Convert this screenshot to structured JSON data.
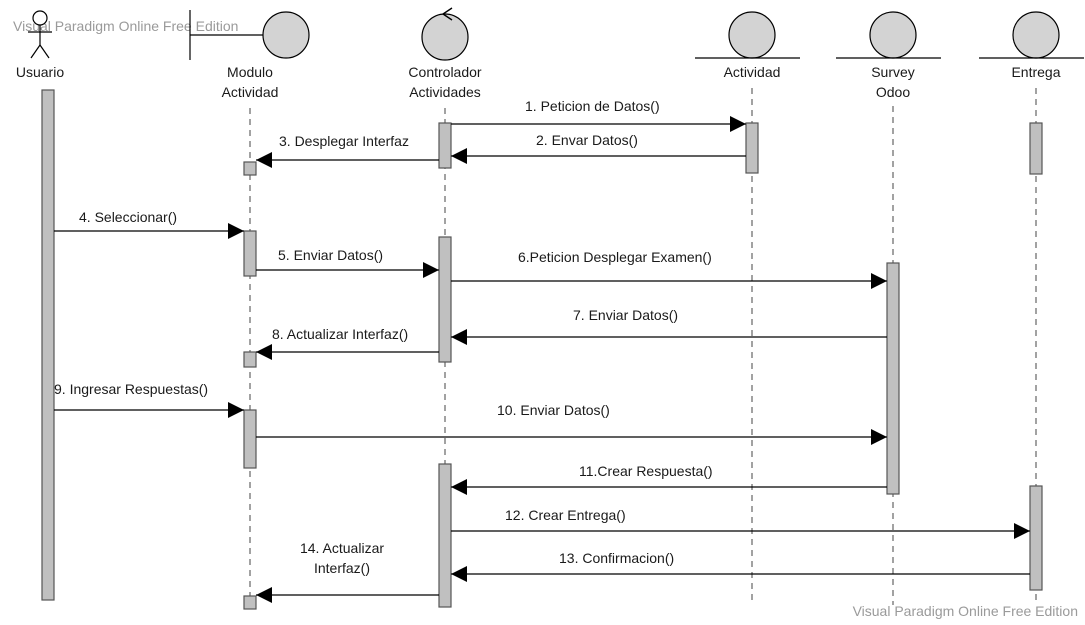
{
  "watermark": {
    "top": "Visual Paradigm Online Free Edition",
    "bottom": "Visual Paradigm Online Free Edition"
  },
  "colors": {
    "line": "#000000",
    "bar_fill": "#c0c0c0",
    "bar_stroke": "#555555",
    "circle_fill": "#d3d3d3"
  },
  "participants": [
    {
      "id": "usuario",
      "kind": "actor",
      "lines": [
        "Usuario"
      ]
    },
    {
      "id": "modulo",
      "kind": "boundary",
      "lines": [
        "Modulo",
        "Actividad"
      ]
    },
    {
      "id": "controlador",
      "kind": "control",
      "lines": [
        "Controlador",
        "Actividades"
      ]
    },
    {
      "id": "actividad",
      "kind": "entity",
      "lines": [
        "Actividad"
      ]
    },
    {
      "id": "survey",
      "kind": "entity",
      "lines": [
        "Survey",
        "Odoo"
      ]
    },
    {
      "id": "entrega",
      "kind": "entity",
      "lines": [
        "Entrega"
      ]
    }
  ],
  "messages": [
    {
      "from": "controlador",
      "to": "actividad",
      "lines": [
        "1. Peticion de Datos()"
      ]
    },
    {
      "from": "actividad",
      "to": "controlador",
      "lines": [
        "2. Envar Datos()"
      ]
    },
    {
      "from": "controlador",
      "to": "modulo",
      "lines": [
        "3. Desplegar Interfaz"
      ]
    },
    {
      "from": "usuario",
      "to": "modulo",
      "lines": [
        "4. Seleccionar()"
      ]
    },
    {
      "from": "modulo",
      "to": "controlador",
      "lines": [
        "5. Enviar Datos()"
      ]
    },
    {
      "from": "controlador",
      "to": "survey",
      "lines": [
        "6.Peticion Desplegar Examen()"
      ]
    },
    {
      "from": "survey",
      "to": "controlador",
      "lines": [
        "7. Enviar Datos()"
      ]
    },
    {
      "from": "controlador",
      "to": "modulo",
      "lines": [
        "8. Actualizar Interfaz()"
      ]
    },
    {
      "from": "usuario",
      "to": "modulo",
      "lines": [
        "9. Ingresar Respuestas()"
      ]
    },
    {
      "from": "modulo",
      "to": "survey",
      "lines": [
        "10. Enviar Datos()"
      ]
    },
    {
      "from": "survey",
      "to": "controlador",
      "lines": [
        "11.Crear Respuesta()"
      ]
    },
    {
      "from": "controlador",
      "to": "entrega",
      "lines": [
        "12. Crear Entrega()"
      ]
    },
    {
      "from": "entrega",
      "to": "controlador",
      "lines": [
        "13. Confirmacion()"
      ]
    },
    {
      "from": "controlador",
      "to": "modulo",
      "lines": [
        "14. Actualizar",
        "Interfaz()"
      ]
    }
  ]
}
